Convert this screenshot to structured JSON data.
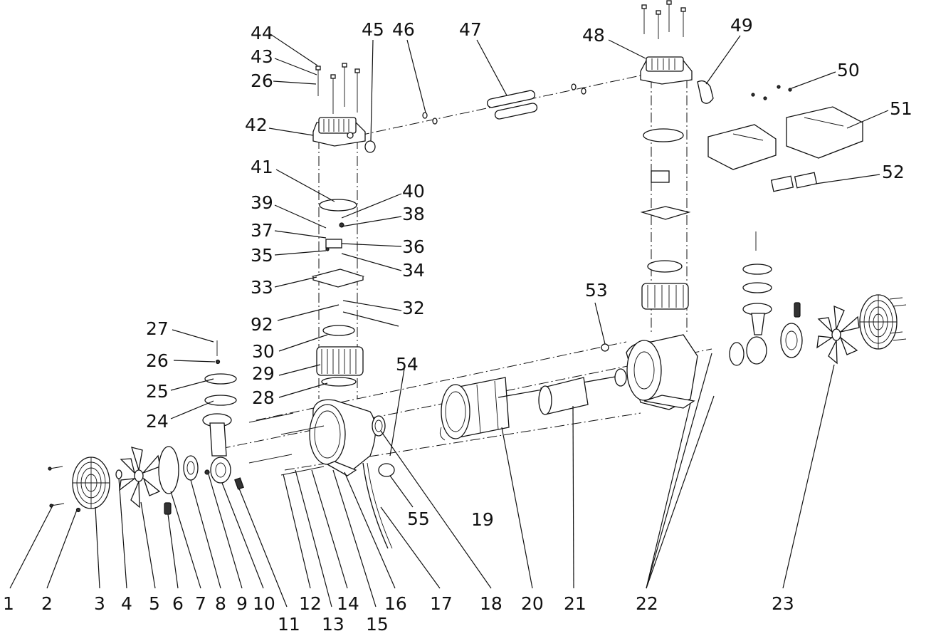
{
  "callouts": [
    {
      "id": "c1",
      "text": "1"
    },
    {
      "id": "c2",
      "text": "2"
    },
    {
      "id": "c3",
      "text": "3"
    },
    {
      "id": "c4",
      "text": "4"
    },
    {
      "id": "c5",
      "text": "5"
    },
    {
      "id": "c6",
      "text": "6"
    },
    {
      "id": "c7",
      "text": "7"
    },
    {
      "id": "c8",
      "text": "8"
    },
    {
      "id": "c9",
      "text": "9"
    },
    {
      "id": "c10",
      "text": "10"
    },
    {
      "id": "c11",
      "text": "11"
    },
    {
      "id": "c12",
      "text": "12"
    },
    {
      "id": "c13",
      "text": "13"
    },
    {
      "id": "c14",
      "text": "14"
    },
    {
      "id": "c15",
      "text": "15"
    },
    {
      "id": "c16",
      "text": "16"
    },
    {
      "id": "c17",
      "text": "17"
    },
    {
      "id": "c18",
      "text": "18"
    },
    {
      "id": "c19",
      "text": "19"
    },
    {
      "id": "c20",
      "text": "20"
    },
    {
      "id": "c21",
      "text": "21"
    },
    {
      "id": "c22",
      "text": "22"
    },
    {
      "id": "c23",
      "text": "23"
    },
    {
      "id": "c24",
      "text": "24"
    },
    {
      "id": "c25",
      "text": "25"
    },
    {
      "id": "c26a",
      "text": "26"
    },
    {
      "id": "c27",
      "text": "27"
    },
    {
      "id": "c28",
      "text": "28"
    },
    {
      "id": "c29",
      "text": "29"
    },
    {
      "id": "c30",
      "text": "30"
    },
    {
      "id": "c92",
      "text": "92"
    },
    {
      "id": "c32",
      "text": "32"
    },
    {
      "id": "c33",
      "text": "33"
    },
    {
      "id": "c34",
      "text": "34"
    },
    {
      "id": "c35",
      "text": "35"
    },
    {
      "id": "c36",
      "text": "36"
    },
    {
      "id": "c37",
      "text": "37"
    },
    {
      "id": "c38",
      "text": "38"
    },
    {
      "id": "c39",
      "text": "39"
    },
    {
      "id": "c40",
      "text": "40"
    },
    {
      "id": "c41",
      "text": "41"
    },
    {
      "id": "c42",
      "text": "42"
    },
    {
      "id": "c26b",
      "text": "26"
    },
    {
      "id": "c43",
      "text": "43"
    },
    {
      "id": "c44",
      "text": "44"
    },
    {
      "id": "c45",
      "text": "45"
    },
    {
      "id": "c46",
      "text": "46"
    },
    {
      "id": "c47",
      "text": "47"
    },
    {
      "id": "c48",
      "text": "48"
    },
    {
      "id": "c49",
      "text": "49"
    },
    {
      "id": "c50",
      "text": "50"
    },
    {
      "id": "c51",
      "text": "51"
    },
    {
      "id": "c52",
      "text": "52"
    },
    {
      "id": "c53",
      "text": "53"
    },
    {
      "id": "c54",
      "text": "54"
    },
    {
      "id": "c55",
      "text": "55"
    }
  ]
}
